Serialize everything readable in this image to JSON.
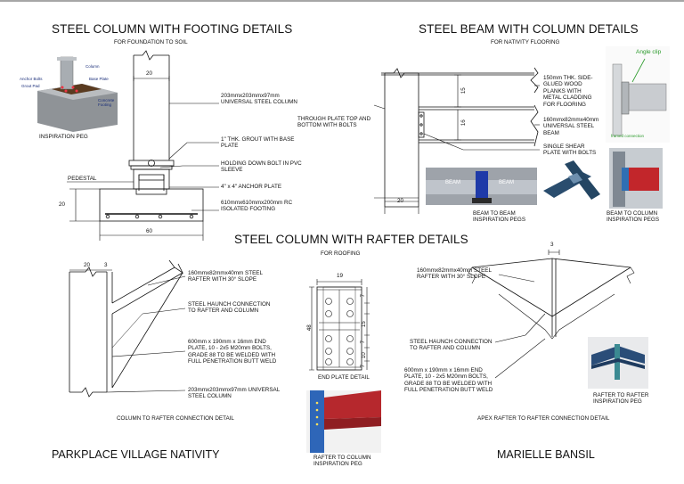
{
  "sheet": {
    "title_footing": "STEEL COLUMN WITH FOOTING DETAILS",
    "sub_footing": "FOR FOUNDATION TO SOIL",
    "title_beam": "STEEL BEAM WITH COLUMN DETAILS",
    "sub_beam": "FOR NATIVITY FLOORING",
    "title_rafter": "STEEL COLUMN WITH RAFTER DETAILS",
    "sub_rafter": "FOR ROOFING",
    "project_name": "PARKPLACE VILLAGE NATIVITY",
    "author_name": "MARIELLE BANSIL"
  },
  "footing": {
    "inspiration_caption": "INSPIRATION PEG",
    "inspo_labels": [
      "Column",
      "Anchor Bolts",
      "Base Plate",
      "Grout Pad",
      "Concrete Footing"
    ],
    "dim_top": "20",
    "dim_height": "20",
    "dim_width": "60",
    "pedestal_label": "PEDESTAL",
    "notes": [
      "203mmx203mmx97mm\nUNIVERSAL STEEL COLUMN",
      "1\" THK. GROUT WITH BASE\nPLATE",
      "HOLDING DOWN BOLT IN PVC\nSLEEVE",
      "4\" x 4\" ANCHOR PLATE",
      "610mmx610mmx200mm RC\nISOLATED FOOTING"
    ]
  },
  "beam": {
    "notes": [
      "150mm THK. SIDE-\nGLUED WOOD\nPLANKS WITH\nMETAL CLADDING\nFOR FLOORING",
      "160mmx82mmx40mm\nUNIVERSAL STEEL\nBEAM",
      "SINGLE SHEAR\nPLATE WITH BOLTS"
    ],
    "through_plate_note": "THROUGH PLATE TOP AND\nBOTTOM WITH BOLTS",
    "dim_15": "15",
    "dim_16": "16",
    "dim_20": "20",
    "angle_clip_label": "Angle clip",
    "framed_connection_label": "framed connection",
    "beam_word_1": "BEAM",
    "beam_word_2": "BEAM",
    "caption_beam_to_beam": "BEAM TO BEAM\nINSPIRATION PEGS",
    "caption_beam_to_column": "BEAM TO COLUMN\nINSPIRATION PEGS"
  },
  "rafter": {
    "dim_20": "20",
    "dim_3": "3",
    "dim_top_3": "3",
    "notes": [
      "160mmx82mmx40mm STEEL\nRAFTER WITH 30° SLOPE",
      "STEEL HAUNCH CONNECTION\nTO RAFTER AND COLUMN",
      "600mm x 190mm x 16mm END\nPLATE, 10 - 2x5 M20mm BOLTS,\nGRADE 88 TO BE WELDED WITH\nFULL PENETRATION BUTT WELD",
      "203mmx203mmx97mm UNIVERSAL\nSTEEL COLUMN"
    ],
    "col_caption": "COLUMN TO RAFTER CONNECTION DETAIL",
    "end_plate": {
      "dim_top": "19",
      "dim_side": "48",
      "dims_right": [
        "7",
        "15",
        "7",
        "10",
        "7"
      ],
      "caption": "END PLATE DETAIL"
    },
    "r2c_caption": "RAFTER TO COLUMN\nINSPIRATION PEG",
    "apex_notes": [
      "160mmx82mmx40mm STEEL\nRAFTER WITH 30° SLOPE",
      "STEEL HAUNCH CONNECTION\nTO RAFTER AND COLUMN",
      "600mm x 190mm x 16mm END\nPLATE, 10 - 2x5 M20mm BOLTS,\nGRADE 88 TO BE WELDED WITH\nFULL PENETRATION BUTT WELD"
    ],
    "apex_caption": "APEX RAFTER TO RAFTER CONNECTION DETAIL",
    "r2r_caption": "RAFTER TO RAFTER\nINSPIRATION PEG"
  }
}
